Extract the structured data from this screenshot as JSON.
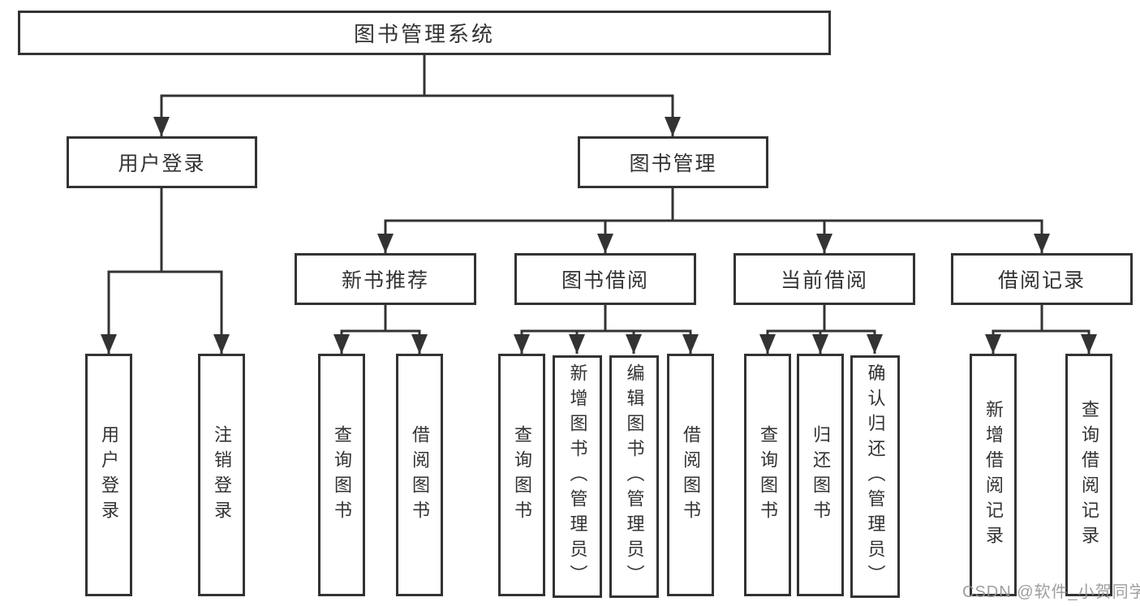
{
  "diagram": {
    "root": "图书管理系统",
    "branches": [
      {
        "label": "用户登录",
        "children": [
          "用户登录",
          "注销登录"
        ]
      },
      {
        "label": "图书管理",
        "sections": [
          {
            "label": "新书推荐",
            "children": [
              "查询图书",
              "借阅图书"
            ]
          },
          {
            "label": "图书借阅",
            "children": [
              "查询图书",
              "新增图书（管理员）",
              "编辑图书（管理员）",
              "借阅图书"
            ]
          },
          {
            "label": "当前借阅",
            "children": [
              "查询图书",
              "归还图书",
              "确认归还（管理员）"
            ]
          },
          {
            "label": "借阅记录",
            "children": [
              "新增借阅记录",
              "查询借阅记录"
            ]
          }
        ]
      }
    ],
    "colors": {
      "line": "#333333",
      "text": "#333333",
      "box_background": "#ffffff",
      "watermark": "#949494"
    },
    "watermark": "CSDN @软件_小贺同学"
  }
}
